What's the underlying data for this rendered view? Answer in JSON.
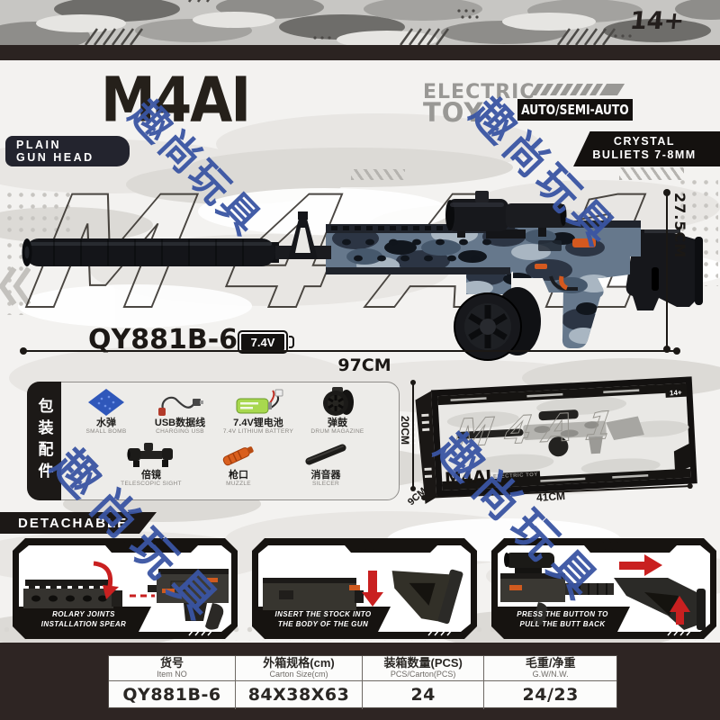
{
  "page": {
    "age_rating": "14+"
  },
  "header": {
    "title": "M4AI",
    "subtitle_top": "ELECTRIC",
    "subtitle_bottom": "TOY",
    "mode_badge": "AUTO/SEMI-AUTO",
    "left_badge": {
      "line1": "PLAIN",
      "line2": "GUN HEAD"
    },
    "right_badge": {
      "line1": "CRYSTAL",
      "line2": "BULIETS 7-8MM"
    }
  },
  "watermark": {
    "text": "趣尚玩具",
    "color": "#3a55a3"
  },
  "product": {
    "model": "QY881B-6",
    "battery_label": "7.4V",
    "ghost_text": "M4A1",
    "length_label": "97CM",
    "height_label": "27.5CM"
  },
  "package_panel": {
    "side_label": "包装配件",
    "items": [
      {
        "zh": "水弹",
        "en": "SMALL BOMB"
      },
      {
        "zh": "USB数据线",
        "en": "CHARGING USB"
      },
      {
        "zh": "7.4V锂电池",
        "en": "7.4V LITHIUM BATTERY"
      },
      {
        "zh": "弹鼓",
        "en": "DRUM MAGAZINE"
      },
      {
        "zh": "倍镜",
        "en": "TELESCOPIC SIGHT"
      },
      {
        "zh": "枪口",
        "en": "MUZZLE"
      },
      {
        "zh": "消音器",
        "en": "SILECER"
      }
    ]
  },
  "box": {
    "logo": "M4AI",
    "tagline": "ELECTRIC TOY",
    "age": "14+",
    "height_label": "20CM",
    "depth_label": "9CM",
    "width_label": "41CM"
  },
  "detachable": {
    "banner": "DETACHABLE",
    "steps": [
      {
        "line1": "ROLARY JOINTS",
        "line2": "INSTALLATION SPEAR"
      },
      {
        "line1": "INSERT THE STOCK INTO",
        "line2": "THE BODY OF THE GUN"
      },
      {
        "line1": "PRESS THE BUTTON TO",
        "line2": "PULL THE BUTT BACK"
      }
    ]
  },
  "spec_table": {
    "columns": [
      {
        "zh": "货号",
        "en": "Item NO"
      },
      {
        "zh": "外箱规格(cm)",
        "en": "Carton Size(cm)"
      },
      {
        "zh": "装箱数量(PCS)",
        "en": "PCS/Carton(PCS)"
      },
      {
        "zh": "毛重/净重",
        "en": "G.W/N.W."
      }
    ],
    "row": [
      "QY881B-6",
      "84X38X63",
      "24",
      "24/23"
    ]
  }
}
